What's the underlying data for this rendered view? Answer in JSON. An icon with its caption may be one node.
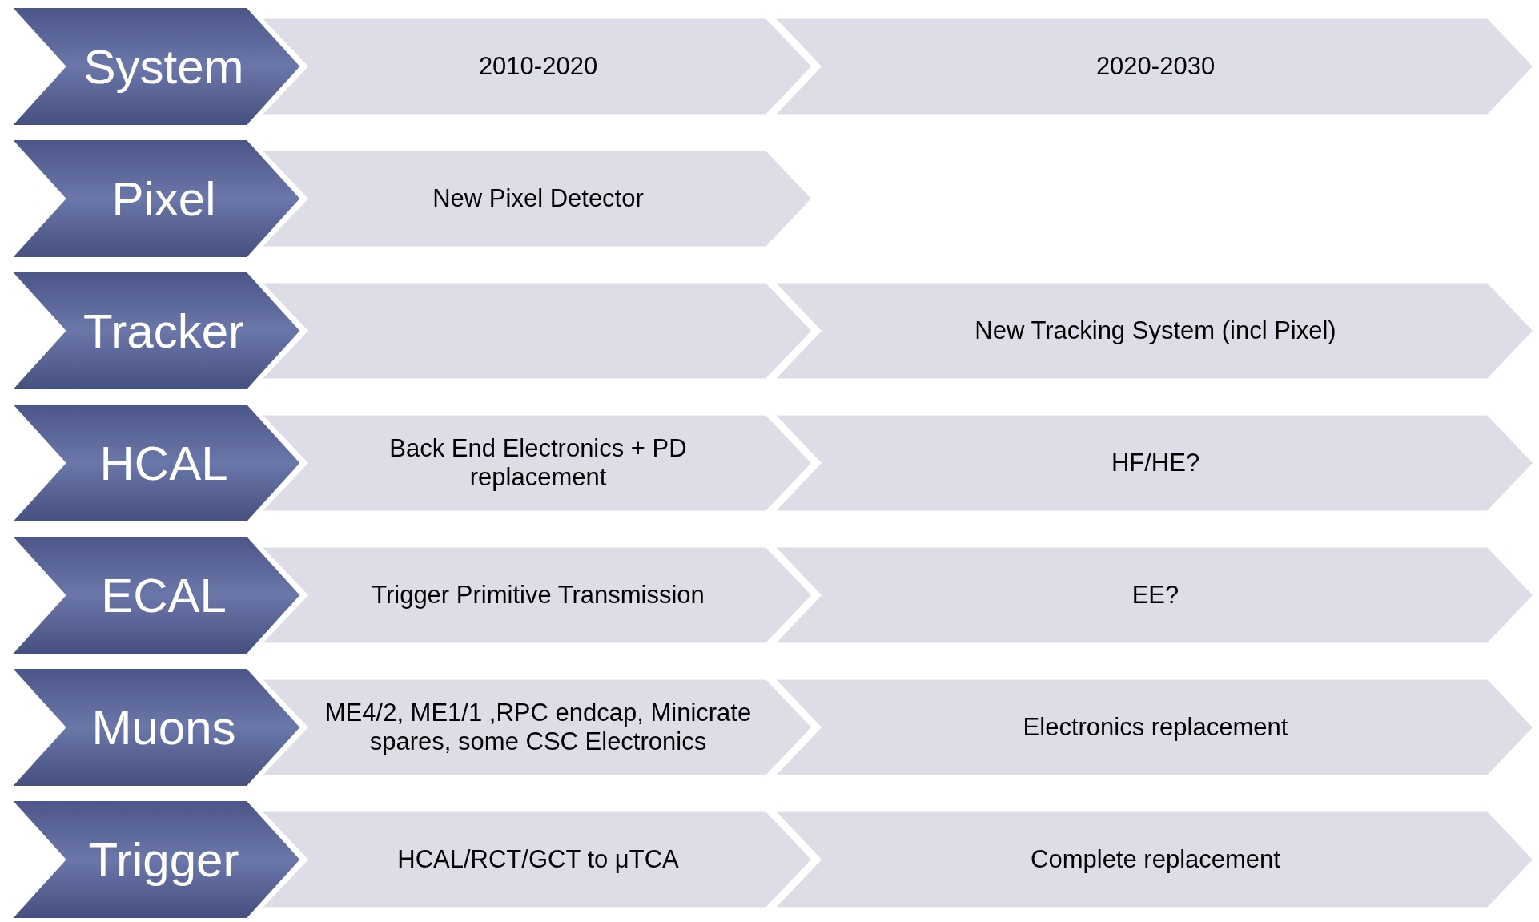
{
  "diagram": {
    "nodes": [
      {
        "text": [
          "System"
        ]
      },
      {
        "text": [
          "2010-2020"
        ]
      },
      {
        "text": [
          "2020-2030"
        ]
      },
      {
        "text": [
          "Pixel"
        ]
      },
      {
        "text": [
          "New Pixel Detector"
        ]
      },
      {
        "text": [
          "Tracker"
        ]
      },
      {
        "text": [],
        "shape": "chevron"
      },
      {
        "text": [
          "New Tracking System (incl Pixel)"
        ]
      },
      {
        "text": [
          "HCAL"
        ]
      },
      {
        "text": [
          "Back End Electronics + PD replacement"
        ]
      },
      {
        "text": [
          "HF/HE?"
        ]
      },
      {
        "text": [
          "ECAL"
        ]
      },
      {
        "text": [
          "Trigger Primitive Transmission"
        ]
      },
      {
        "text": [
          "EE?"
        ]
      },
      {
        "text": [
          "Muons"
        ]
      },
      {
        "text": [
          "ME4/2, ME1/1 ,RPC endcap, Minicrate spares, some CSC Electronics"
        ]
      },
      {
        "text": [
          "Electronics replacement"
        ]
      },
      {
        "text": [
          "Trigger"
        ]
      },
      {
        "text": [
          "HCAL/RCT/GCT to μTCA"
        ]
      },
      {
        "text": [
          "Complete replacement"
        ]
      }
    ]
  }
}
